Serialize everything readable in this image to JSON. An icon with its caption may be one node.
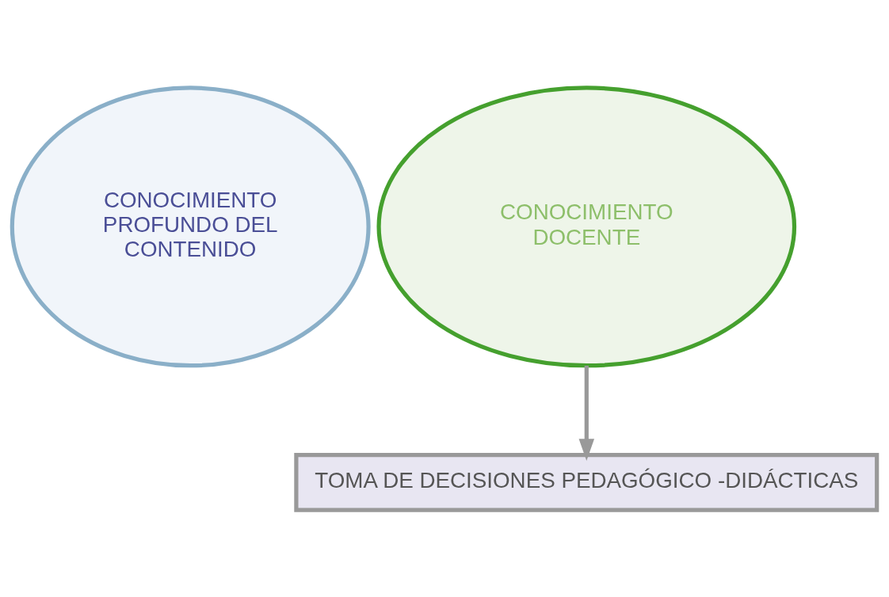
{
  "diagram": {
    "nodes": [
      {
        "text": [
          "CONOCIMIENTO PROFUNDO DEL CONTENIDO"
        ]
      },
      {
        "text": [
          "CONOCIMIENTO DOCENTE"
        ]
      },
      {
        "text": [
          "TOMA DE DECISIONES PEDAGÓGICO -DIDÁCTICAS"
        ]
      }
    ],
    "edges": [
      {
        "from": 1,
        "to": 2,
        "arrow": "to"
      }
    ]
  }
}
